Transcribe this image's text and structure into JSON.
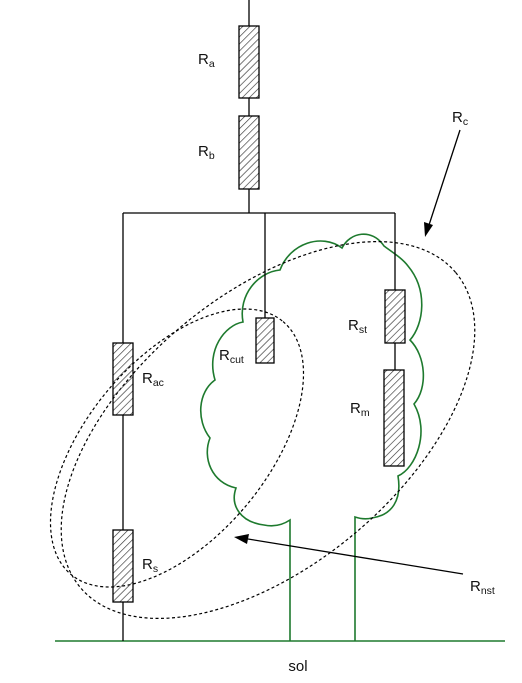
{
  "colors": {
    "wire": "#000000",
    "tree": "#1e7a2e",
    "hatch": "#333333",
    "dashed": "#000000"
  },
  "labels": {
    "ra": {
      "main": "R",
      "sub": "a"
    },
    "rb": {
      "main": "R",
      "sub": "b"
    },
    "rc": {
      "main": "R",
      "sub": "c"
    },
    "rcut": {
      "main": "R",
      "sub": "cut"
    },
    "rst": {
      "main": "R",
      "sub": "st"
    },
    "rm": {
      "main": "R",
      "sub": "m"
    },
    "rac": {
      "main": "R",
      "sub": "ac"
    },
    "rs": {
      "main": "R",
      "sub": "s"
    },
    "rnst": {
      "main": "R",
      "sub": "nst"
    },
    "sol": "sol"
  }
}
